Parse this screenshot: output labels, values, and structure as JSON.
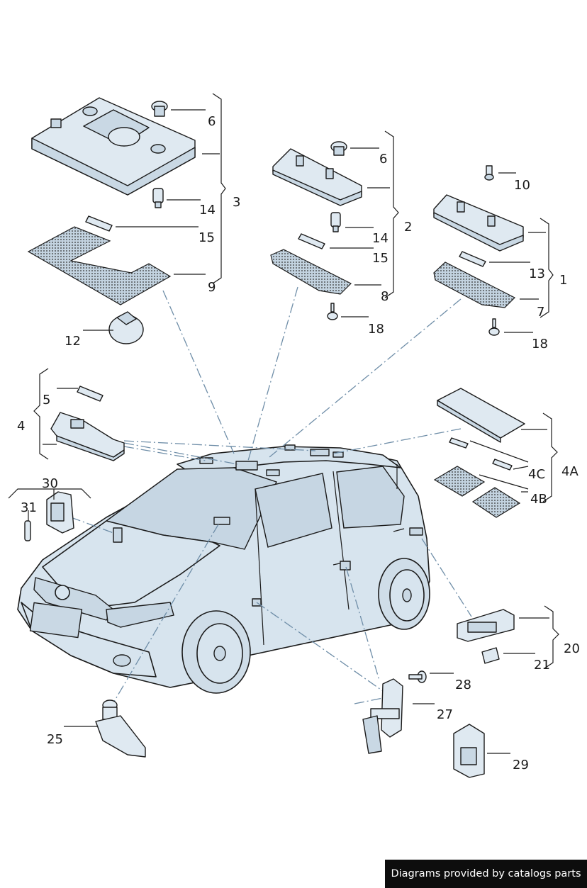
{
  "labels": {
    "l1": "1",
    "l2": "2",
    "l3": "3",
    "l4": "4",
    "l4a": "4A",
    "l4b": "4B",
    "l4c": "4C",
    "l5": "5",
    "l6a": "6",
    "l6b": "6",
    "l7": "7",
    "l8": "8",
    "l9": "9",
    "l10": "10",
    "l12": "12",
    "l13": "13",
    "l14a": "14",
    "l14b": "14",
    "l15a": "15",
    "l15b": "15",
    "l18a": "18",
    "l18b": "18",
    "l20": "20",
    "l21": "21",
    "l25": "25",
    "l27": "27",
    "l28": "28",
    "l29": "29",
    "l30": "30",
    "l31": "31"
  },
  "footer": {
    "text": "Diagrams provided by catalogs parts"
  }
}
